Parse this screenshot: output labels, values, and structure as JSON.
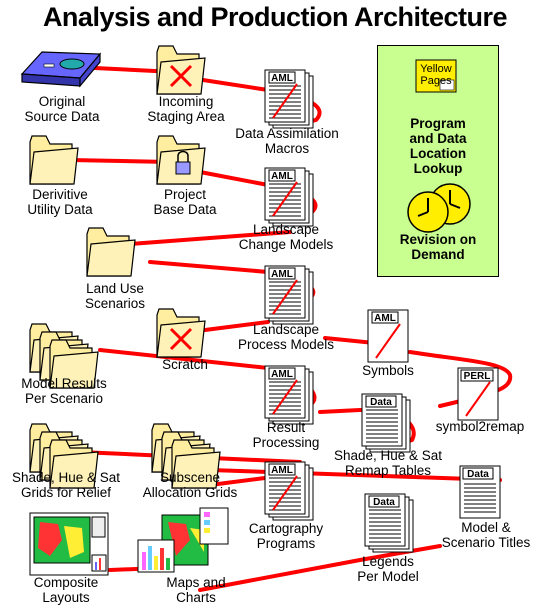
{
  "title": "Analysis and Production Architecture",
  "colors": {
    "connector": "#ff0000",
    "panel": "#c8ff90",
    "folder": "#ffeea0",
    "folder_edge": "#000000",
    "doc_line": "#000000"
  },
  "nodes": {
    "original_source": [
      "Original",
      "Source Data"
    ],
    "incoming_staging": [
      "Incoming",
      "Staging Area"
    ],
    "data_assimilation": [
      "Data Assimilation",
      "Macros"
    ],
    "derivitive_utility": [
      "Derivitive",
      "Utility Data"
    ],
    "project_base": [
      "Project",
      "Base Data"
    ],
    "landscape_change": [
      "Landscape",
      "Change Models"
    ],
    "land_use": [
      "Land Use",
      "Scenarios"
    ],
    "landscape_process": [
      "Landscape",
      "Process Models"
    ],
    "scratch": [
      "Scratch"
    ],
    "symbols": [
      "Symbols"
    ],
    "model_results": [
      "Model Results",
      "Per Scenario"
    ],
    "result_processing": [
      "Result",
      "Processing"
    ],
    "symbol2remap": [
      "symbol2remap"
    ],
    "shade_remap": [
      "Shade, Hue & Sat",
      "Remap Tables"
    ],
    "shade_grids": [
      "Shade, Hue & Sat",
      "Grids for Relief"
    ],
    "subscene": [
      "Subscene",
      "Allocation Grids"
    ],
    "cartography": [
      "Cartography",
      "Programs"
    ],
    "model_titles": [
      "Model &",
      "Scenario Titles"
    ],
    "composite": [
      "Composite",
      "Layouts"
    ],
    "maps_charts": [
      "Maps and",
      "Charts"
    ],
    "legends": [
      "Legends",
      "Per Model"
    ]
  },
  "panel": {
    "yellow_pages": [
      "Yellow",
      "Pages"
    ],
    "lookup": [
      "Program",
      "and Data",
      "Location",
      "Lookup"
    ],
    "revision": [
      "Revision on",
      "Demand"
    ]
  },
  "doc_tags": {
    "aml": "AML",
    "data": "Data",
    "perl": "PERL"
  }
}
